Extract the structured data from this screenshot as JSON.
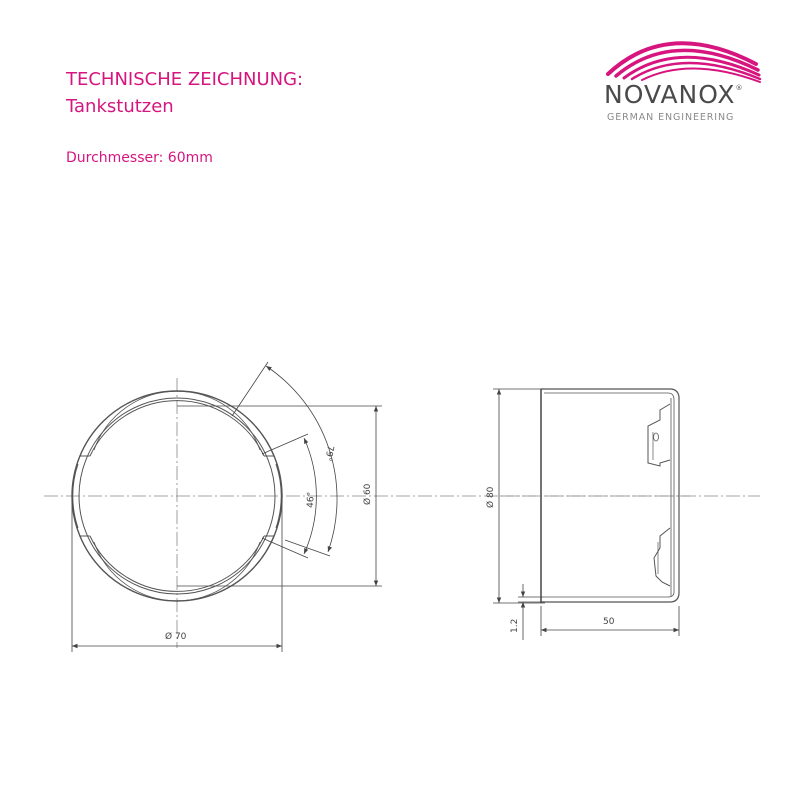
{
  "header": {
    "title_line1": "TECHNISCHE ZEICHNUNG:",
    "title_line2": "Tankstutzen",
    "subtitle": "Durchmesser: 60mm"
  },
  "logo": {
    "brand": "NOVANOX",
    "registered": "®",
    "tagline": "GERMAN ENGINEERING",
    "accent_color": "#d6157f",
    "text_color": "#4a4a4a"
  },
  "drawing": {
    "front_view": {
      "outer_diameter_label": "Ø 70",
      "inner_diameter_label": "Ø 60",
      "angle_small_label": "46°",
      "angle_large_label": "79°"
    },
    "side_view": {
      "diameter_label": "Ø 80",
      "length_label": "50",
      "wall_label": "1.2"
    }
  }
}
